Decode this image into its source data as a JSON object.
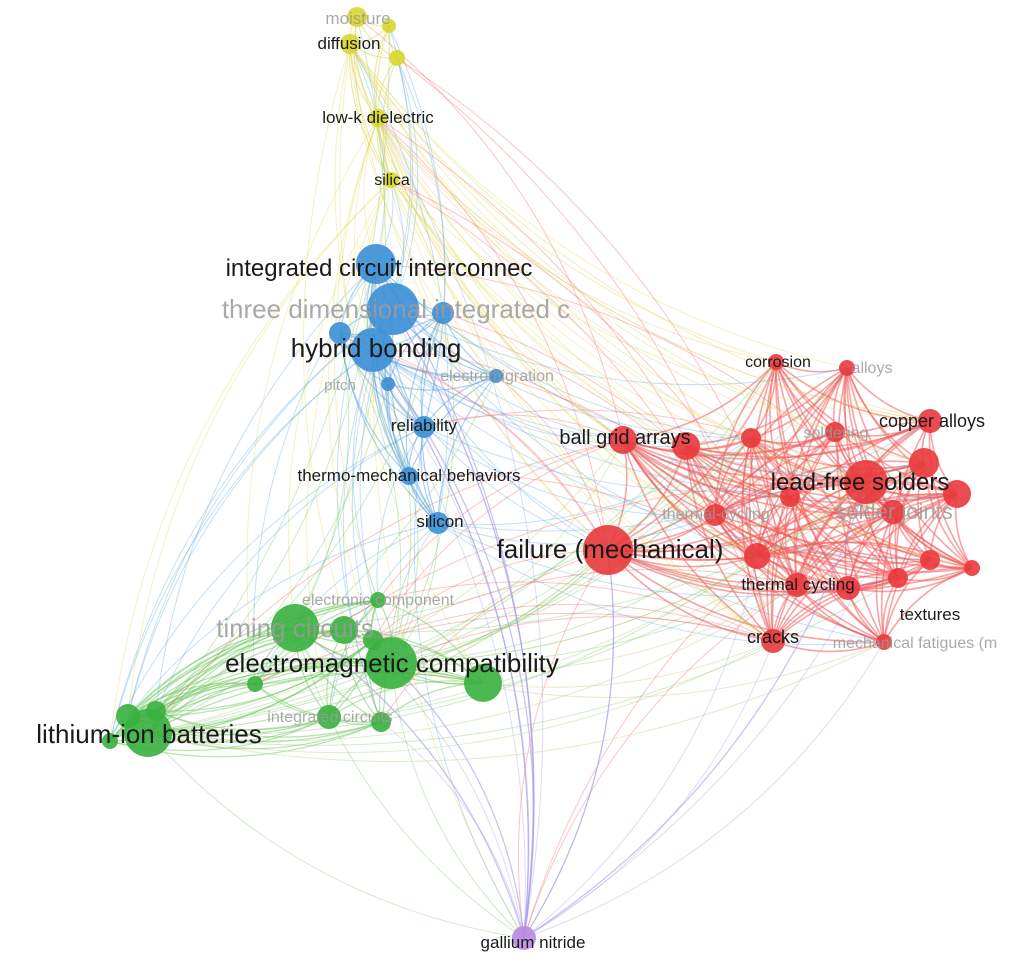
{
  "clusters": {
    "red": {
      "color": "#e8393c",
      "edge": "#f25a5a"
    },
    "green": {
      "color": "#38b03f",
      "edge": "#6cc55c"
    },
    "blue": {
      "color": "#3a8fd6",
      "edge": "#5aa2e0"
    },
    "yellow": {
      "color": "#d7d72e",
      "edge": "#e0d848"
    },
    "purple": {
      "color": "#b98ae0",
      "edge": "#9a9ae6"
    }
  },
  "nodes": [
    {
      "id": "moisture",
      "label": "moisture",
      "cluster": "yellow",
      "faded": true
    },
    {
      "id": "diffusion",
      "label": "diffusion",
      "cluster": "yellow"
    },
    {
      "id": "y3",
      "label": "",
      "cluster": "yellow"
    },
    {
      "id": "y4",
      "label": "",
      "cluster": "yellow"
    },
    {
      "id": "low-k",
      "label": "low-k dielectric",
      "cluster": "yellow"
    },
    {
      "id": "silica",
      "label": "silica",
      "cluster": "yellow"
    },
    {
      "id": "icinterconnect",
      "label": "integrated circuit interconnec",
      "cluster": "blue"
    },
    {
      "id": "3dic",
      "label": "three dimensional integrated c",
      "cluster": "blue",
      "faded": true
    },
    {
      "id": "hybrid",
      "label": "hybrid bonding",
      "cluster": "blue"
    },
    {
      "id": "b4",
      "label": "",
      "cluster": "blue"
    },
    {
      "id": "b5",
      "label": "",
      "cluster": "blue"
    },
    {
      "id": "pitch",
      "label": "pitch",
      "cluster": "blue",
      "faded": true
    },
    {
      "id": "electromigration",
      "label": "electromigration",
      "cluster": "blue",
      "faded": true
    },
    {
      "id": "reliability",
      "label": "reliability",
      "cluster": "blue"
    },
    {
      "id": "tmb",
      "label": "thermo-mechanical behaviors",
      "cluster": "blue"
    },
    {
      "id": "silicon",
      "label": "silicon",
      "cluster": "blue"
    },
    {
      "id": "failure",
      "label": "failure (mechanical)",
      "cluster": "red"
    },
    {
      "id": "bga",
      "label": "ball grid arrays",
      "cluster": "red"
    },
    {
      "id": "r3",
      "label": "",
      "cluster": "red"
    },
    {
      "id": "r4",
      "label": "",
      "cluster": "red"
    },
    {
      "id": "corrosion",
      "label": "corrosion",
      "cluster": "red"
    },
    {
      "id": "alloys",
      "label": "alloys",
      "cluster": "red",
      "faded": true
    },
    {
      "id": "soldering",
      "label": "soldering",
      "cluster": "red",
      "faded": true
    },
    {
      "id": "copperalloys",
      "label": "copper alloys",
      "cluster": "red"
    },
    {
      "id": "leadfree",
      "label": "lead-free solders",
      "cluster": "red"
    },
    {
      "id": "r10",
      "label": "",
      "cluster": "red"
    },
    {
      "id": "r11",
      "label": "",
      "cluster": "red"
    },
    {
      "id": "r12",
      "label": "",
      "cluster": "red"
    },
    {
      "id": "thermalcyc2",
      "label": "thermal-cycling",
      "cluster": "red",
      "faded": true
    },
    {
      "id": "solderjoints",
      "label": "solder joints",
      "cluster": "red",
      "faded": true
    },
    {
      "id": "thermalcycling",
      "label": "thermal cycling",
      "cluster": "red"
    },
    {
      "id": "r16",
      "label": "",
      "cluster": "red"
    },
    {
      "id": "r17",
      "label": "",
      "cluster": "red"
    },
    {
      "id": "textures",
      "label": "textures",
      "cluster": "red"
    },
    {
      "id": "r19",
      "label": "",
      "cluster": "red"
    },
    {
      "id": "cracks",
      "label": "cracks",
      "cluster": "red"
    },
    {
      "id": "mechfatigue",
      "label": "mechanical fatigues (m",
      "cluster": "red",
      "faded": true
    },
    {
      "id": "r22",
      "label": "",
      "cluster": "red"
    },
    {
      "id": "timing",
      "label": "timing circuits",
      "cluster": "green",
      "faded": true
    },
    {
      "id": "emc",
      "label": "electromagnetic compatibility",
      "cluster": "green"
    },
    {
      "id": "g3",
      "label": "",
      "cluster": "green"
    },
    {
      "id": "g4",
      "label": "",
      "cluster": "green"
    },
    {
      "id": "elcomponent",
      "label": "electronic component",
      "cluster": "green",
      "faded": true
    },
    {
      "id": "g6",
      "label": "",
      "cluster": "green"
    },
    {
      "id": "lithium",
      "label": "lithium-ion batteries",
      "cluster": "green"
    },
    {
      "id": "g8",
      "label": "",
      "cluster": "green"
    },
    {
      "id": "g9",
      "label": "",
      "cluster": "green"
    },
    {
      "id": "g10",
      "label": "",
      "cluster": "green"
    },
    {
      "id": "intcircuits",
      "label": "integrated circuits",
      "cluster": "green",
      "faded": true
    },
    {
      "id": "g12",
      "label": "",
      "cluster": "green"
    },
    {
      "id": "g13",
      "label": "",
      "cluster": "green"
    },
    {
      "id": "gan",
      "label": "gallium nitride",
      "cluster": "purple"
    }
  ]
}
